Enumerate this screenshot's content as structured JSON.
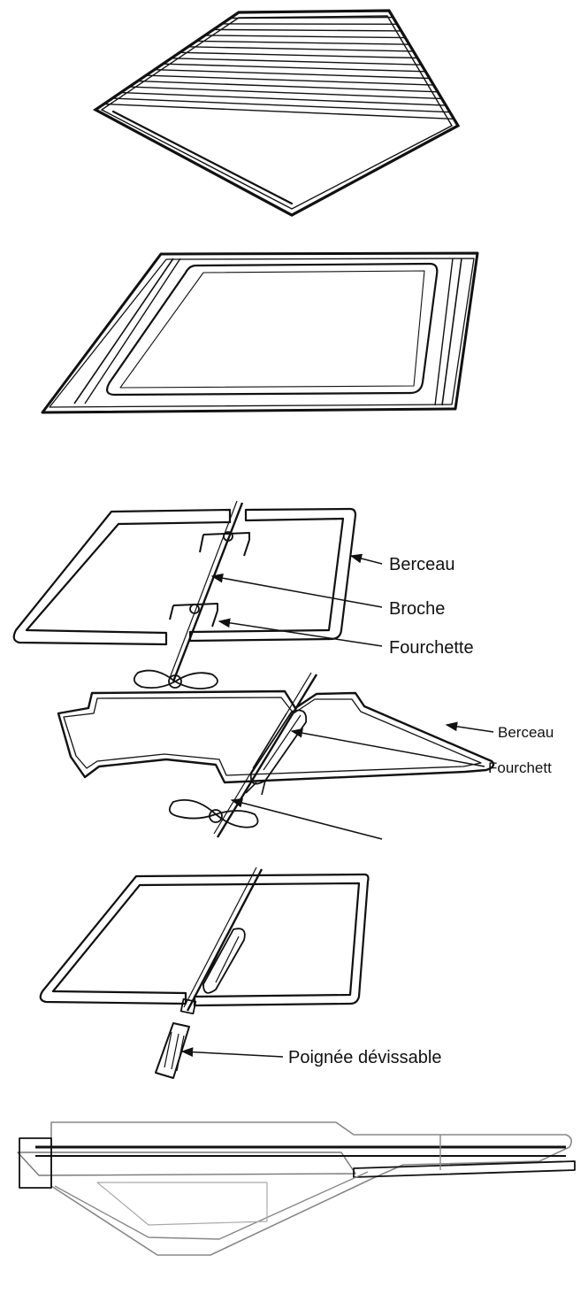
{
  "labels": {
    "berceau_1": "Berceau",
    "broche_1": "Broche",
    "fourchette_1": "Fourchette",
    "berceau_2": "Berceau",
    "fourchette_2": "Fourchett",
    "poignee": "Poignée dévissable"
  },
  "colors": {
    "line": "#111111",
    "light_line": "#888888"
  }
}
